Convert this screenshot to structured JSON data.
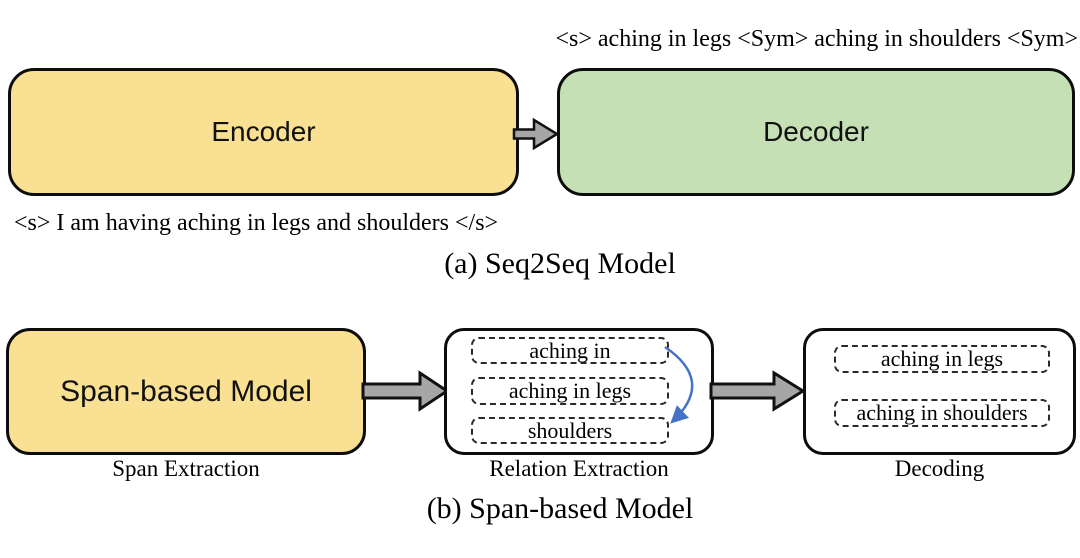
{
  "colors": {
    "encoder_fill": "#FAE093",
    "decoder_fill": "#C5E0B4",
    "arrow_gray": "#A6A6A6",
    "relation_arrow_blue": "#4472C4",
    "outline_black": "#0d0d0d"
  },
  "seq2seq": {
    "decoder_output_text": "<s> aching in legs <Sym> aching in shoulders <Sym>",
    "encoder_label": "Encoder",
    "decoder_label": "Decoder",
    "encoder_input_text": "<s> I am having aching in legs and shoulders </s>",
    "caption": "(a) Seq2Seq Model"
  },
  "span_based": {
    "model_label": "Span-based Model",
    "relation_spans": [
      "aching in",
      "aching in legs",
      "shoulders"
    ],
    "decoding_spans": [
      "aching in legs",
      "aching in shoulders"
    ],
    "stage_labels": [
      "Span Extraction",
      "Relation Extraction",
      "Decoding"
    ],
    "caption": "(b) Span-based Model"
  }
}
